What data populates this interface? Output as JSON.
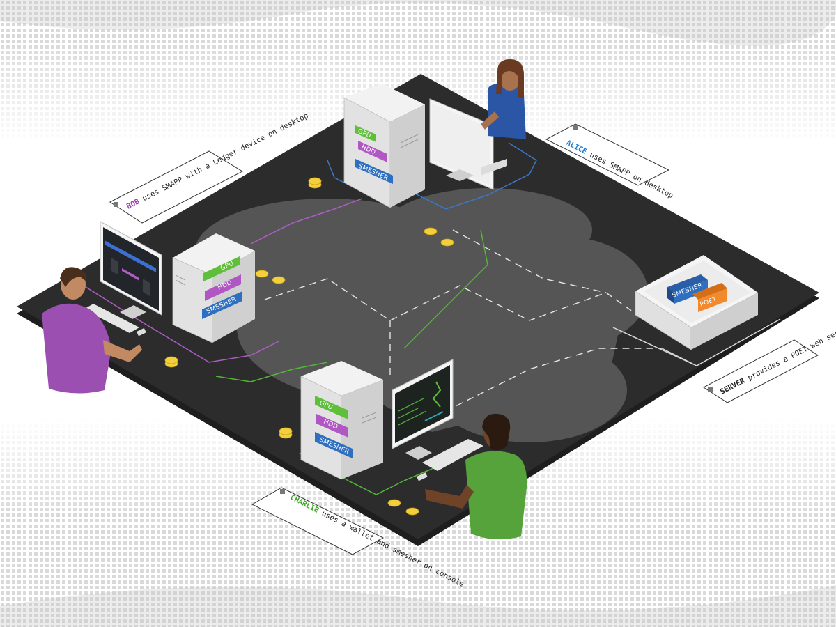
{
  "nodes": {
    "alice": {
      "name": "ALICE",
      "text": "uses SMAPP on desktop",
      "name_color": "#1f7fd4",
      "wire_color": "#3b78c8"
    },
    "bob": {
      "name": "BOB",
      "text": "uses SMAPP with a Ledger device on desktop",
      "name_color": "#9b3fb0",
      "wire_color": "#b05cc6"
    },
    "charlie": {
      "name": "CHARLIE",
      "text": "uses a wallet and smesher on console",
      "name_color": "#3fa52a",
      "wire_color": "#54b63a"
    },
    "server": {
      "name": "SERVER",
      "text": "provides a POET web service",
      "name_color": "#222222",
      "wire_color": "#d8d8d8"
    }
  },
  "server_components": {
    "smesher": {
      "label": "SMESHER",
      "color": "#2f6fc0"
    },
    "poet": {
      "label": "POET",
      "color": "#f08a2c"
    }
  },
  "computer_components": {
    "gpu": {
      "label": "GPU",
      "color": "#5fbe3a"
    },
    "hdd": {
      "label": "HDD",
      "color": "#b057c4"
    },
    "smesher": {
      "label": "SMESHER",
      "color": "#2f6fc0"
    }
  },
  "colors": {
    "board": "#2c2c2c",
    "cloud": "#555555",
    "coin": "#f4cf3c",
    "tower": "#e9e9e9"
  }
}
